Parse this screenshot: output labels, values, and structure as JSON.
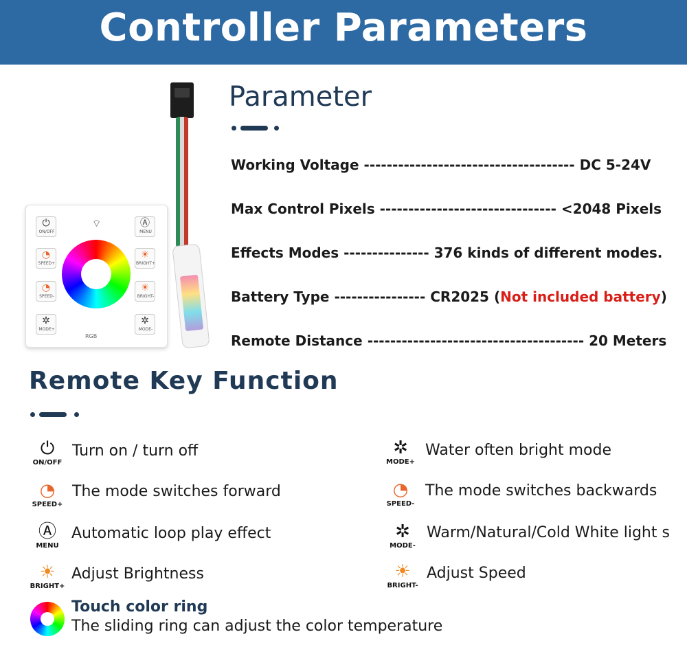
{
  "banner": {
    "title": "Controller Parameters"
  },
  "panel": {
    "buttons": [
      {
        "glyph": "⏻",
        "label": "ON/OFF"
      },
      {
        "glyph": "Ⓐ",
        "label": "MENU"
      },
      {
        "glyph": "◔",
        "label": "SPEED+"
      },
      {
        "glyph": "☀",
        "label": "BRIGHT+"
      },
      {
        "glyph": "◔",
        "label": "SPEED-"
      },
      {
        "glyph": "☀",
        "label": "BRIGHT-"
      },
      {
        "glyph": "✲",
        "label": "MODE+"
      },
      {
        "glyph": "✲",
        "label": "MODE-"
      }
    ],
    "rgb_label": "RGB"
  },
  "parameter": {
    "title": "Parameter",
    "rows": [
      {
        "name": "Working Voltage",
        "dashes": "-------------------------------------",
        "value": "DC 5-24V"
      },
      {
        "name": "Max Control Pixels",
        "dashes": "-------------------------------",
        "value": "<2048 Pixels"
      },
      {
        "name": "Effects Modes",
        "dashes": "---------------",
        "value": "376 kinds of different modes."
      },
      {
        "name": "Battery Type",
        "dashes": "----------------",
        "value": "CR2025 (",
        "value_red": "Not included battery",
        "value_end": ")"
      },
      {
        "name": "Remote Distance",
        "dashes": "--------------------------------------",
        "value": "20 Meters"
      }
    ]
  },
  "key_function": {
    "title": "Remote Key Function",
    "items": [
      {
        "icon": "power-icon",
        "glyph": "⏻",
        "label": "ON/OFF",
        "text": "Turn on / turn off"
      },
      {
        "icon": "speed-up-icon",
        "glyph": "◔",
        "label": "SPEED+",
        "text": "The mode switches forward"
      },
      {
        "icon": "menu-icon",
        "glyph": "Ⓐ",
        "label": "MENU",
        "text": "Automatic loop play effect"
      },
      {
        "icon": "brightness-up-icon",
        "glyph": "☀",
        "label": "BRIGHT+",
        "text": "Adjust Brightness"
      },
      {
        "icon": "mode-up-icon",
        "glyph": "✲",
        "label": "MODE+",
        "text": "Water often bright mode"
      },
      {
        "icon": "speed-down-icon",
        "glyph": "◔",
        "label": "SPEED-",
        "text": "The mode switches backwards"
      },
      {
        "icon": "mode-down-icon",
        "glyph": "✲",
        "label": "MODE-",
        "text": "Warm/Natural/Cold White light s"
      },
      {
        "icon": "brightness-down-icon",
        "glyph": "☀",
        "label": "BRIGHT-",
        "text": "Adjust Speed"
      }
    ],
    "touch": {
      "title": "Touch color ring",
      "desc": "The sliding ring can adjust the color temperature"
    }
  },
  "colors": {
    "banner": "#2d6aa3",
    "heading": "#203a56",
    "warning": "#d91e18",
    "icon_accent": "#e8662b"
  }
}
